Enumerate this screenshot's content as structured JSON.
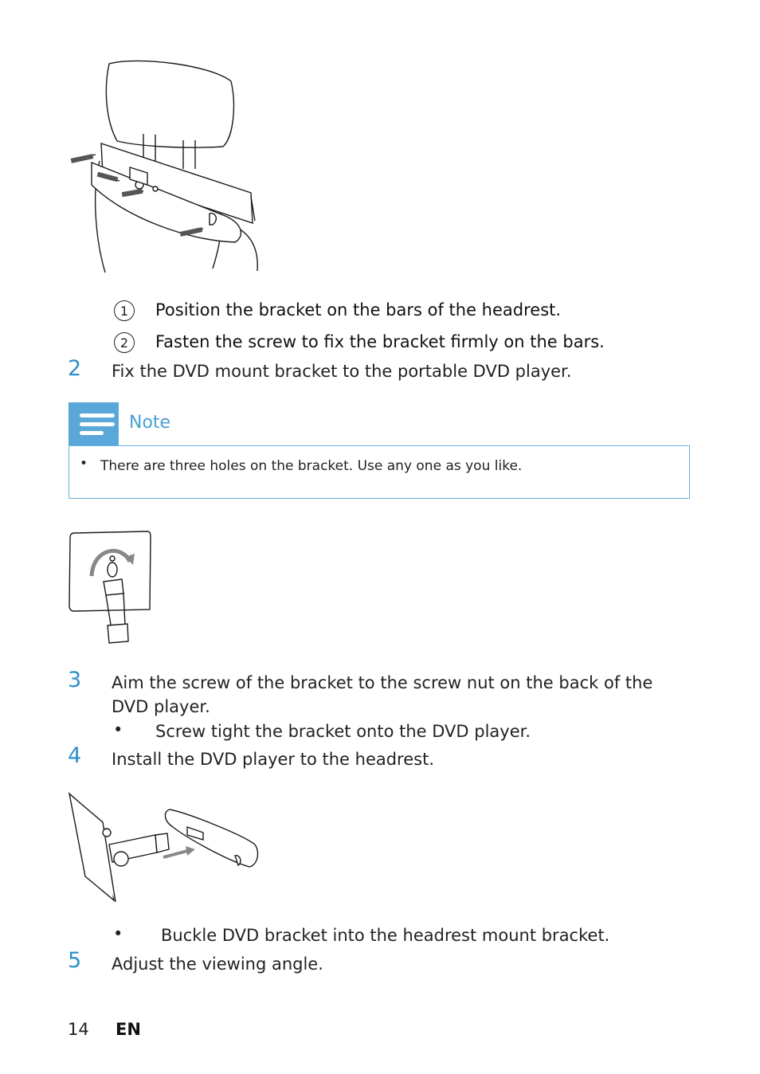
{
  "substeps": [
    {
      "marker": "1",
      "text": "Position the bracket on the bars of the headrest."
    },
    {
      "marker": "2",
      "text": "Fasten the screw to fix the bracket firmly on the bars."
    }
  ],
  "steps": {
    "s2": {
      "number": "2",
      "text": "Fix the DVD mount bracket to the portable DVD player."
    },
    "s3": {
      "number": "3",
      "text_line1": "Aim the screw of the bracket to the screw nut on the back of the",
      "text_line2": "DVD player.",
      "bullet": "Screw tight the bracket onto the DVD player."
    },
    "s4": {
      "number": "4",
      "text": "Install the DVD player to the headrest.",
      "bullet": "Buckle DVD bracket into the headrest mount bracket."
    },
    "s5": {
      "number": "5",
      "text": "Adjust the viewing angle."
    }
  },
  "note": {
    "title": "Note",
    "bullet_char": "•",
    "text": "There are three holes on the bracket. Use any one as you like."
  },
  "bullet_char": "•",
  "footer": {
    "page_number": "14",
    "language": "EN"
  },
  "colors": {
    "accent": "#2f8fcb",
    "note_fill": "#5aa7da",
    "note_border": "#6ab1dd"
  }
}
